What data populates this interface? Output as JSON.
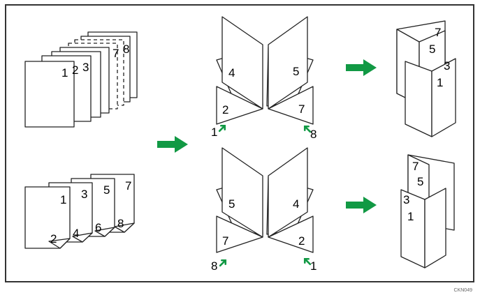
{
  "figure": {
    "code": "CKN049",
    "arrow_color": "#119944",
    "frame_color": "#333333"
  },
  "source": {
    "stack_top": {
      "pages": [
        "1",
        "2",
        "3",
        "7",
        "8"
      ]
    },
    "stack_bottom": {
      "front": [
        "1",
        "3",
        "5",
        "7"
      ],
      "back": [
        "2",
        "4",
        "6",
        "8"
      ]
    }
  },
  "folds": {
    "top": {
      "left_sheet": {
        "upper": "4",
        "lower": "2",
        "tail": "1"
      },
      "right_sheet": {
        "upper": "5",
        "lower": "7",
        "tail": "8"
      }
    },
    "bottom": {
      "left_sheet": {
        "upper": "5",
        "lower": "7",
        "tail": "8"
      },
      "right_sheet": {
        "upper": "4",
        "lower": "2",
        "tail": "1"
      }
    }
  },
  "results": {
    "top": [
      "7",
      "5",
      "3",
      "1"
    ],
    "bottom": [
      "7",
      "5",
      "3",
      "1"
    ]
  }
}
